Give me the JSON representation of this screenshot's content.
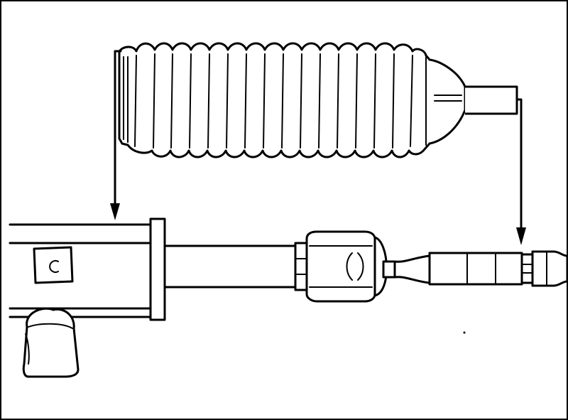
{
  "diagram": {
    "colors": {
      "ink": "#000000",
      "paper": "#ffffff"
    },
    "parts": [
      {
        "name": "rubber-bellows-boot"
      },
      {
        "name": "steering-rack-housing"
      },
      {
        "name": "rack-shaft"
      },
      {
        "name": "inner-ball-joint"
      },
      {
        "name": "tie-rod"
      },
      {
        "name": "mounting-clamp"
      }
    ],
    "arrows": [
      {
        "name": "boot-to-housing-arrow"
      },
      {
        "name": "boot-to-tie-rod-arrow"
      }
    ]
  }
}
